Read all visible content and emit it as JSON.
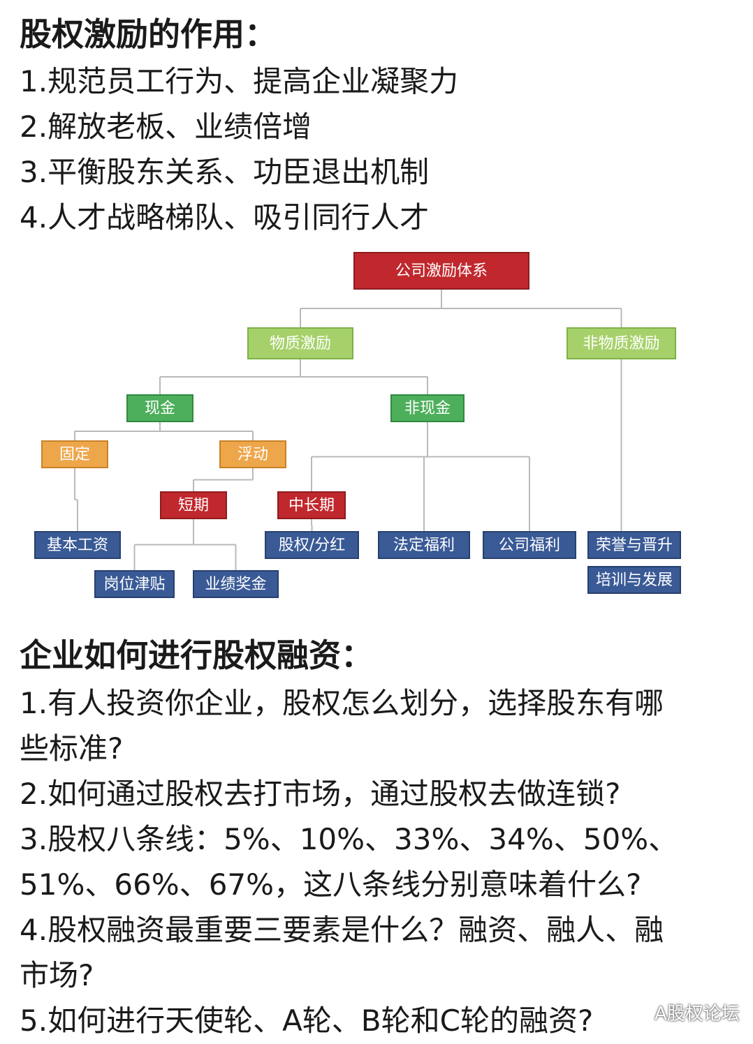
{
  "section1": {
    "heading": "股权激励的作用：",
    "items": [
      "1.规范员工行为、提高企业凝聚力",
      "2.解放老板、业绩倍增",
      "3.平衡股东关系、功臣退出机制",
      "4.人才战略梯队、吸引同行人才"
    ]
  },
  "diagram": {
    "nodes": [
      {
        "id": "root",
        "label": "公司激励体系",
        "level": "root"
      },
      {
        "id": "material",
        "label": "物质激励",
        "level": "category"
      },
      {
        "id": "nonmaterial",
        "label": "非物质激励",
        "level": "category"
      },
      {
        "id": "cash",
        "label": "现金",
        "level": "type"
      },
      {
        "id": "noncash",
        "label": "非现金",
        "level": "type"
      },
      {
        "id": "fixed",
        "label": "固定",
        "level": "mode"
      },
      {
        "id": "floating",
        "label": "浮动",
        "level": "mode"
      },
      {
        "id": "short",
        "label": "短期",
        "level": "term"
      },
      {
        "id": "midlong",
        "label": "中长期",
        "level": "term"
      },
      {
        "id": "salary",
        "label": "基本工资",
        "level": "item"
      },
      {
        "id": "equity",
        "label": "股权/分红",
        "level": "item"
      },
      {
        "id": "legal",
        "label": "法定福利",
        "level": "item"
      },
      {
        "id": "company",
        "label": "公司福利",
        "level": "item"
      },
      {
        "id": "honor",
        "label": "荣誉与晋升",
        "level": "item"
      },
      {
        "id": "training",
        "label": "培训与发展",
        "level": "item"
      },
      {
        "id": "allowance",
        "label": "岗位津贴",
        "level": "item"
      },
      {
        "id": "bonus",
        "label": "业绩奖金",
        "level": "item"
      }
    ],
    "edges": [
      [
        "root",
        "material"
      ],
      [
        "root",
        "nonmaterial"
      ],
      [
        "material",
        "cash"
      ],
      [
        "material",
        "noncash"
      ],
      [
        "cash",
        "fixed"
      ],
      [
        "cash",
        "floating"
      ],
      [
        "fixed",
        "salary"
      ],
      [
        "floating",
        "short"
      ],
      [
        "short",
        "allowance"
      ],
      [
        "short",
        "bonus"
      ],
      [
        "noncash",
        "midlong"
      ],
      [
        "noncash",
        "legal"
      ],
      [
        "noncash",
        "company"
      ],
      [
        "midlong",
        "equity"
      ],
      [
        "nonmaterial",
        "honor"
      ],
      [
        "nonmaterial",
        "training"
      ]
    ],
    "colors": {
      "root": "#c0282d",
      "category": "#a6d16a",
      "type": "#4daf5b",
      "mode": "#eea64a",
      "term": "#c0282d",
      "item": "#3a5a96"
    }
  },
  "section2": {
    "heading": "企业如何进行股权融资：",
    "lines": [
      "1.有人投资你企业，股权怎么划分，选择股东有哪",
      "些标准?",
      "2.如何通过股权去打市场，通过股权去做连锁?",
      "3.股权八条线：5%、10%、33%、34%、50%、",
      "51%、66%、67%，这八条线分别意味着什么?",
      "4.股权融资最重要三要素是什么？融资、融人、融",
      "市场?",
      "5.如何进行天使轮、A轮、B轮和C轮的融资?"
    ]
  },
  "watermark": {
    "icon": "wechat-icon",
    "text": "A股权论坛"
  }
}
